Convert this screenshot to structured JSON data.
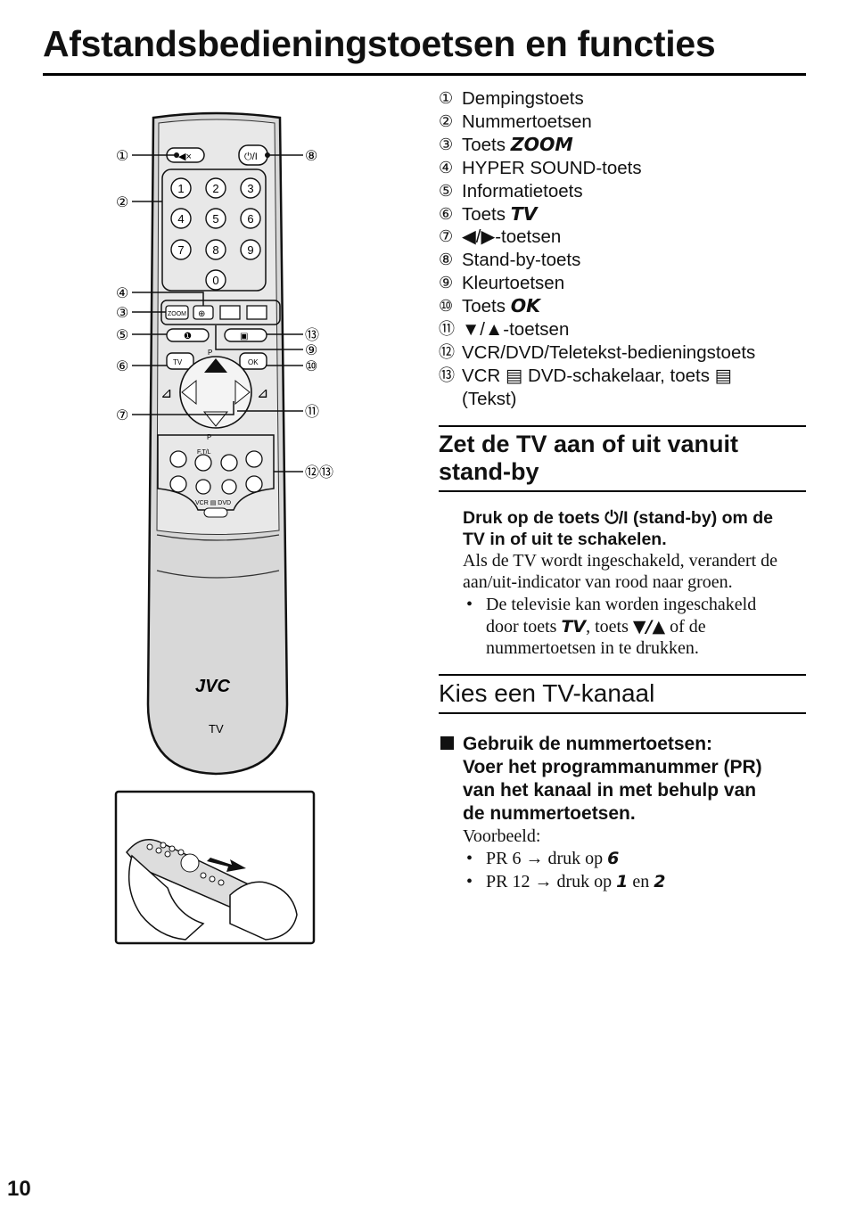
{
  "title": "Afstandsbedieningstoetsen en functies",
  "legend": [
    {
      "num": "①",
      "label": "Dempingstoets"
    },
    {
      "num": "②",
      "label": "Nummertoetsen"
    },
    {
      "num": "③",
      "label": "Toets",
      "key": "ZOOM"
    },
    {
      "num": "④",
      "label": "HYPER SOUND-toets"
    },
    {
      "num": "⑤",
      "label": "Informatietoets"
    },
    {
      "num": "⑥",
      "label": "Toets",
      "key": "TV"
    },
    {
      "num": "⑦",
      "label": "◀/▶-toetsen"
    },
    {
      "num": "⑧",
      "label": "Stand-by-toets"
    },
    {
      "num": "⑨",
      "label": "Kleurtoetsen"
    },
    {
      "num": "⑩",
      "label": "Toets",
      "key": "OK"
    },
    {
      "num": "⑪",
      "label": "▼/▲-toetsen"
    },
    {
      "num": "⑫",
      "label": "VCR/DVD/Teletekst-bedieningstoets"
    },
    {
      "num": "⑬",
      "label": "VCR ▤ DVD-schakelaar, toets ▤",
      "label2": "(Tekst)"
    }
  ],
  "section1": {
    "heading_line1": "Zet de TV aan of uit vanuit",
    "heading_line2": "stand-by",
    "instruction_line1": "Druk op de toets ⏻/I (stand-by) om de",
    "instruction_line2": "TV in of uit te schakelen.",
    "body_line1": "Als de TV wordt ingeschakeld, verandert de",
    "body_line2": "aan/uit-indicator van rood naar groen.",
    "bullet_line1": "De televisie kan worden ingeschakeld",
    "bullet_line2a": "door toets",
    "bullet_key_tv": "TV",
    "bullet_line2b": ", toets",
    "bullet_key_arrows": "▼/▲",
    "bullet_line2c": " of de",
    "bullet_line3": "nummertoetsen in te drukken."
  },
  "section2": {
    "heading": "Kies een TV-kanaal",
    "instruction_line1": "Gebruik de nummertoetsen:",
    "instruction_line2": "Voer het programmanummer (PR)",
    "instruction_line3": "van het kanaal in met behulp van",
    "instruction_line4": "de nummertoetsen.",
    "example_label": "Voorbeeld:",
    "example1_text": "PR 6 → druk op",
    "example1_key": "6",
    "example2_text": "PR 12 → druk op",
    "example2_key1": "1",
    "example2_mid": "en",
    "example2_key2": "2"
  },
  "remote": {
    "callouts": [
      "①",
      "②",
      "④",
      "③",
      "⑤",
      "⑥",
      "⑦",
      "⑧",
      "⑬",
      "⑨",
      "⑩",
      "⑪",
      "⑫⑬"
    ],
    "numkeys": [
      "1",
      "2",
      "3",
      "4",
      "5",
      "6",
      "7",
      "8",
      "9",
      "0"
    ],
    "zoom": "ZOOM",
    "tv": "TV",
    "ok": "OK",
    "p_top": "P",
    "p_bottom": "P",
    "ftl": "F.T/L",
    "vcr_dvd": "VCR ▤ DVD",
    "power": "⏻/I",
    "brand": "JVC",
    "model": "TV"
  },
  "page_number": "10"
}
